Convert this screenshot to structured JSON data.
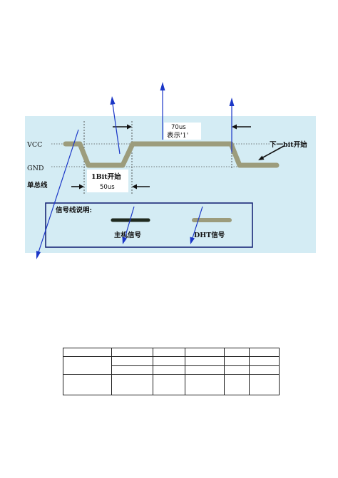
{
  "labels": {
    "vcc": "VCC",
    "gnd": "GND",
    "single_bus": "单总线",
    "seventy_us": "70us",
    "represents_one": "表示'1'",
    "one_bit_start": "1Bit开始",
    "fifty_us": "50us",
    "next_bit_start": "下一bit开始"
  },
  "legend": {
    "title": "信号线说明:",
    "host_signal": "主机信号",
    "dht_signal": "DHT信号"
  },
  "colors": {
    "panel_bg": "#d4ecf4",
    "host_line": "#1f2a1f",
    "dht_line": "#9c9c7c",
    "arrow": "#1a36c7",
    "legend_border": "#1a2878"
  }
}
